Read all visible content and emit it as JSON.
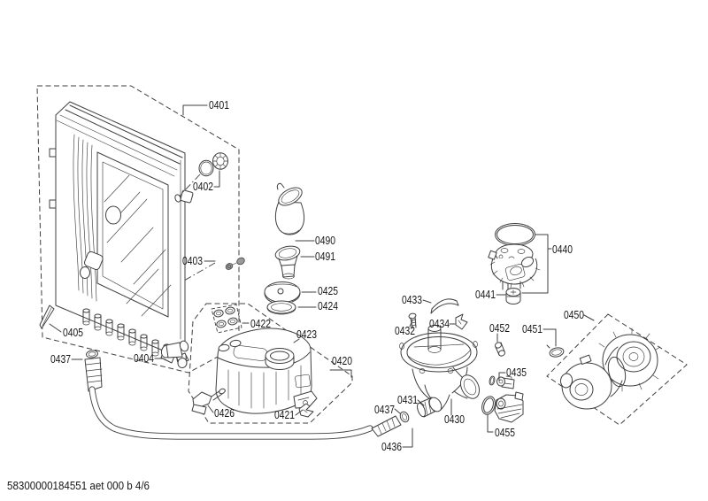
{
  "colors": {
    "line": "#3f3f3f",
    "text": "#161616",
    "background": "#ffffff"
  },
  "footer": {
    "code": "58300000184551 aet 000 b 4/6"
  },
  "part_labels": {
    "0401": "0401",
    "0402": "0402",
    "0403": "0403",
    "0404": "0404",
    "0405": "0405",
    "0420": "0420",
    "0421": "0421",
    "0422": "0422",
    "0423": "0423",
    "0424": "0424",
    "0425": "0425",
    "0426": "0426",
    "0430": "0430",
    "0431": "0431",
    "0432": "0432",
    "0433": "0433",
    "0434": "0434",
    "0435": "0435",
    "0436": "0436",
    "0437": "0437",
    "0440": "0440",
    "0441": "0441",
    "0450": "0450",
    "0451": "0451",
    "0452": "0452",
    "0455": "0455",
    "0490": "0490",
    "0491": "0491"
  }
}
